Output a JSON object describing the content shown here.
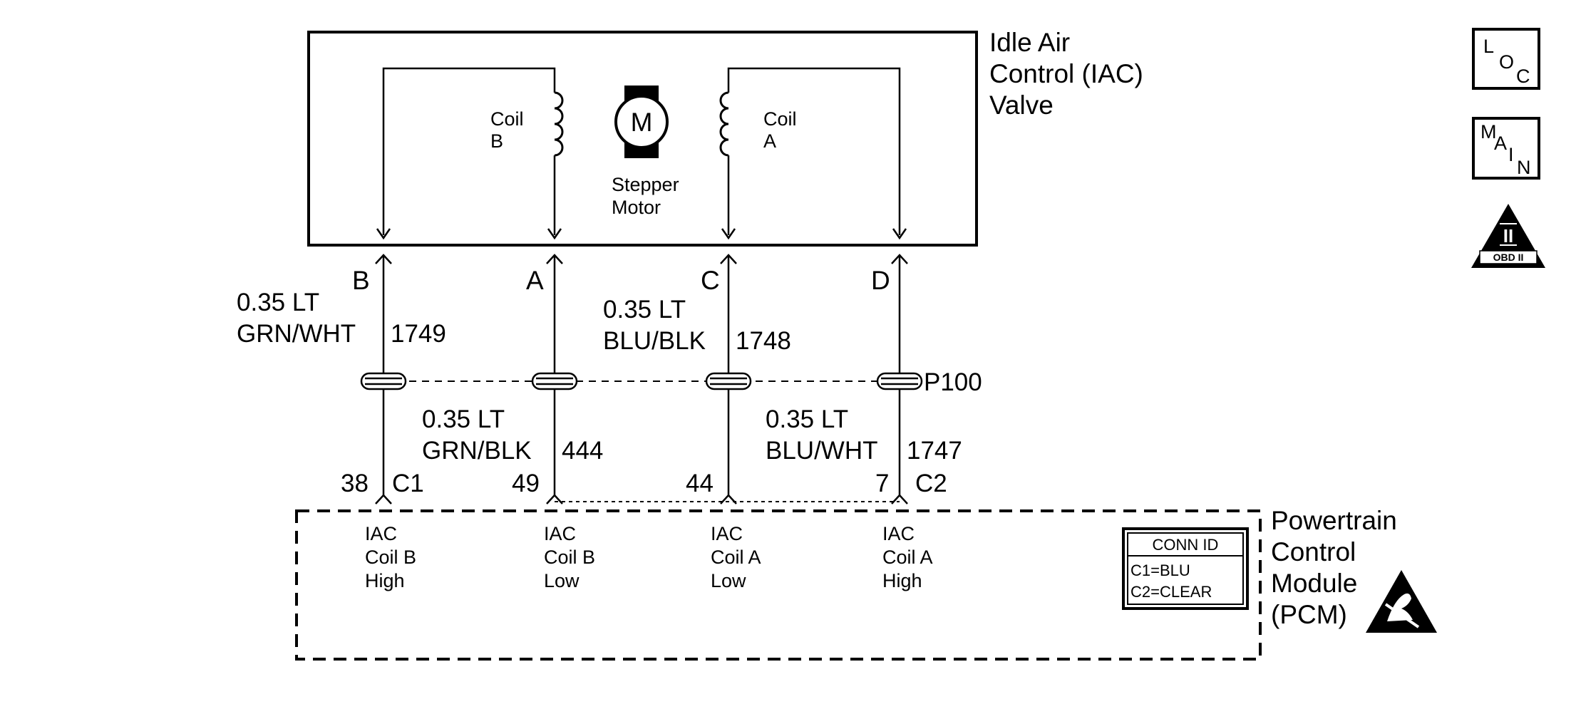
{
  "iac_valve": {
    "title_lines": [
      "Idle Air",
      "Control (IAC)",
      "Valve"
    ],
    "coil_b": [
      "Coil",
      "B"
    ],
    "coil_a": [
      "Coil",
      "A"
    ],
    "motor_symbol": "M",
    "motor_label": [
      "Stepper",
      "Motor"
    ]
  },
  "wires": [
    {
      "valve_terminal": "B",
      "gauge": "0.35 LT",
      "color": "GRN/WHT",
      "circuit": "1749",
      "pcm_pin": "38",
      "pcm_connector": "C1",
      "pcm_function": [
        "IAC",
        "Coil B",
        "High"
      ]
    },
    {
      "valve_terminal": "A",
      "gauge": "0.35 LT",
      "color": "GRN/BLK",
      "circuit": "444",
      "pcm_pin": "49",
      "pcm_connector": "",
      "pcm_function": [
        "IAC",
        "Coil B",
        "Low"
      ]
    },
    {
      "valve_terminal": "C",
      "gauge": "0.35 LT",
      "color": "BLU/BLK",
      "circuit": "1748",
      "pcm_pin": "44",
      "pcm_connector": "",
      "pcm_function": [
        "IAC",
        "Coil A",
        "Low"
      ]
    },
    {
      "valve_terminal": "D",
      "gauge": "0.35 LT",
      "color": "BLU/WHT",
      "circuit": "1747",
      "pcm_pin": "7",
      "pcm_connector": "C2",
      "pcm_function": [
        "IAC",
        "Coil A",
        "High"
      ]
    }
  ],
  "inline_connector": "P100",
  "pcm": {
    "title_lines": [
      "Powertrain",
      "Control",
      "Module",
      "(PCM)"
    ],
    "conn_id": {
      "header": "CONN ID",
      "rows": [
        "C1=BLU",
        "C2=CLEAR"
      ]
    }
  },
  "icons": {
    "loc": [
      "L",
      "O",
      "C"
    ],
    "main": [
      "M",
      "A",
      "I",
      "N"
    ],
    "obd": [
      "II",
      "OBD II"
    ],
    "esd": "esd-sensitive-icon"
  }
}
